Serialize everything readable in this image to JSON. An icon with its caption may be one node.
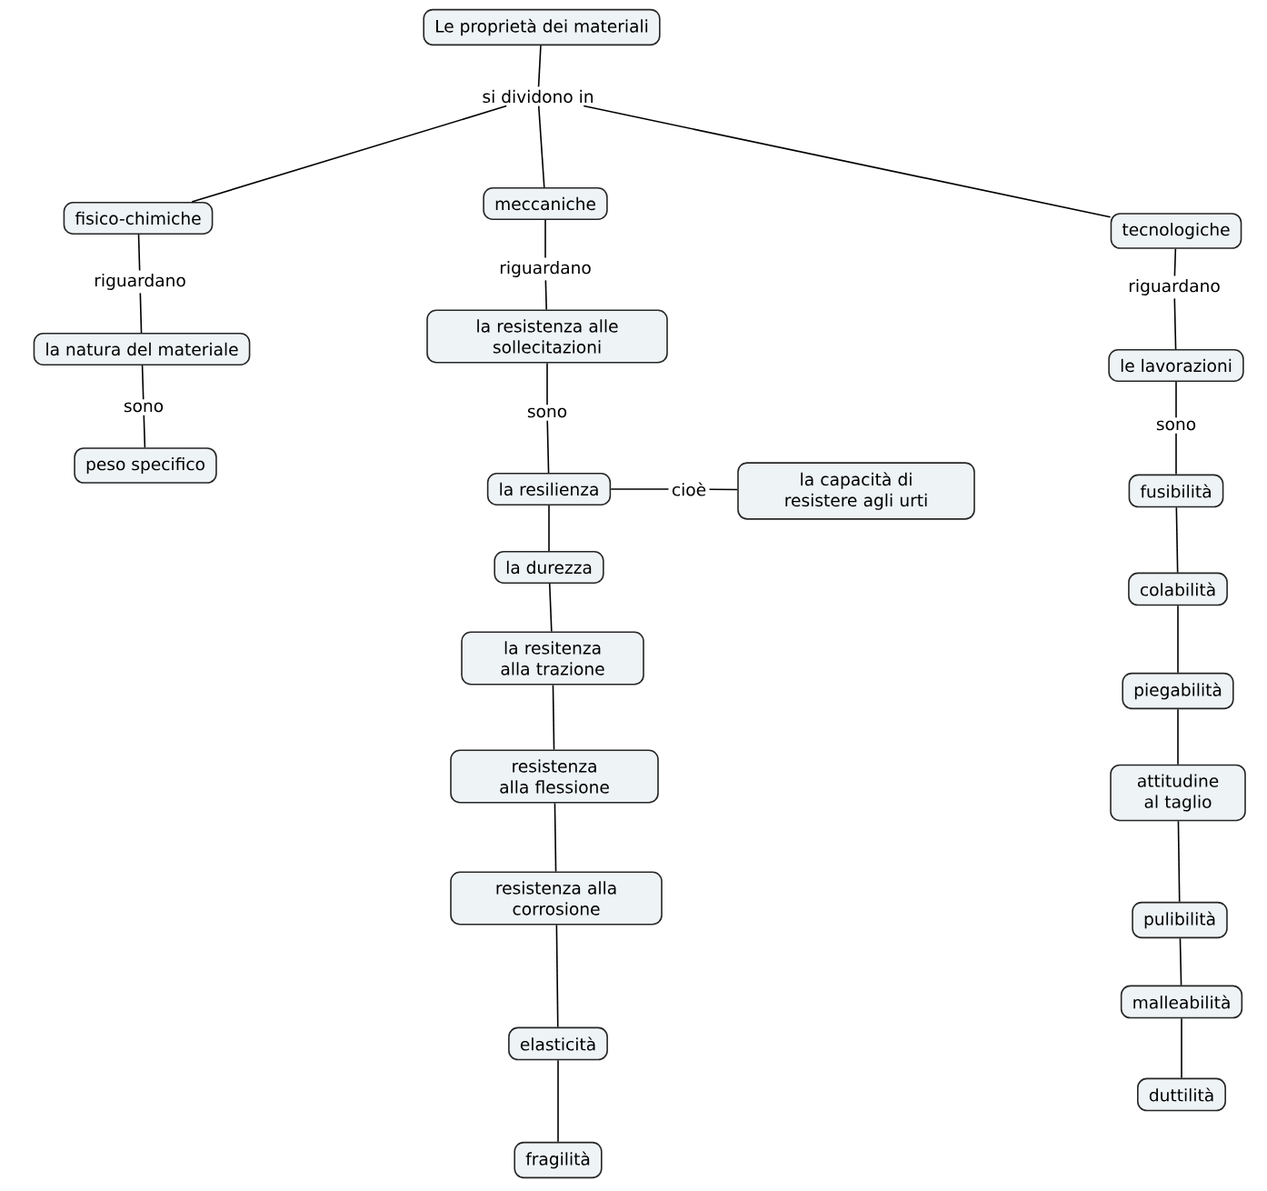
{
  "diagram": {
    "nodes": [
      {
        "text": [
          "Le proprietà dei materiali"
        ]
      },
      {
        "text": [
          "si dividono in"
        ]
      },
      {
        "text": [
          "fisico-chimiche"
        ]
      },
      {
        "text": [
          "meccaniche"
        ]
      },
      {
        "text": [
          "tecnologiche"
        ]
      },
      {
        "text": [
          "riguardano"
        ]
      },
      {
        "text": [
          "riguardano"
        ]
      },
      {
        "text": [
          "riguardano"
        ]
      },
      {
        "text": [
          "la natura del materiale"
        ]
      },
      {
        "text": [
          "la resistenza alle sollecitazioni"
        ]
      },
      {
        "text": [
          "le lavorazioni"
        ]
      },
      {
        "text": [
          "sono"
        ]
      },
      {
        "text": [
          "sono"
        ]
      },
      {
        "text": [
          "sono"
        ]
      },
      {
        "text": [
          "peso specifico"
        ]
      },
      {
        "text": [
          "la resilienza"
        ]
      },
      {
        "text": [
          "cioè"
        ]
      },
      {
        "text": [
          "la capacità di resistere agli urti"
        ]
      },
      {
        "text": [
          "la durezza"
        ]
      },
      {
        "text": [
          "la resitenza alla trazione"
        ]
      },
      {
        "text": [
          "resistenza alla flessione"
        ]
      },
      {
        "text": [
          "resistenza alla corrosione"
        ]
      },
      {
        "text": [
          "elasticità"
        ]
      },
      {
        "text": [
          "fragilità"
        ]
      },
      {
        "text": [
          "fusibilità"
        ]
      },
      {
        "text": [
          "colabilità"
        ]
      },
      {
        "text": [
          "piegabilità"
        ]
      },
      {
        "text": [
          "attitudine al taglio"
        ]
      },
      {
        "text": [
          "pulibilità"
        ]
      },
      {
        "text": [
          "malleabilità"
        ]
      },
      {
        "text": [
          "duttilità"
        ]
      }
    ],
    "edges": [
      {
        "from": 0,
        "to": 1,
        "arrow": "none"
      },
      {
        "from": 1,
        "to": 2,
        "arrow": "none"
      },
      {
        "from": 1,
        "to": 3,
        "arrow": "none"
      },
      {
        "from": 1,
        "to": 4,
        "arrow": "none"
      },
      {
        "from": 2,
        "to": 5,
        "arrow": "none"
      },
      {
        "from": 5,
        "to": 8,
        "arrow": "none"
      },
      {
        "from": 8,
        "to": 11,
        "arrow": "none"
      },
      {
        "from": 11,
        "to": 14,
        "arrow": "none"
      },
      {
        "from": 3,
        "to": 6,
        "arrow": "none"
      },
      {
        "from": 6,
        "to": 9,
        "arrow": "none"
      },
      {
        "from": 9,
        "to": 12,
        "arrow": "none"
      },
      {
        "from": 12,
        "to": 15,
        "arrow": "none"
      },
      {
        "from": 15,
        "to": 16,
        "arrow": "none"
      },
      {
        "from": 16,
        "to": 17,
        "arrow": "none"
      },
      {
        "from": 15,
        "to": 18,
        "arrow": "none"
      },
      {
        "from": 18,
        "to": 19,
        "arrow": "none"
      },
      {
        "from": 19,
        "to": 20,
        "arrow": "none"
      },
      {
        "from": 20,
        "to": 21,
        "arrow": "none"
      },
      {
        "from": 21,
        "to": 22,
        "arrow": "none"
      },
      {
        "from": 22,
        "to": 23,
        "arrow": "none"
      },
      {
        "from": 4,
        "to": 7,
        "arrow": "none"
      },
      {
        "from": 7,
        "to": 10,
        "arrow": "none"
      },
      {
        "from": 10,
        "to": 13,
        "arrow": "none"
      },
      {
        "from": 13,
        "to": 24,
        "arrow": "none"
      },
      {
        "from": 24,
        "to": 25,
        "arrow": "none"
      },
      {
        "from": 25,
        "to": 26,
        "arrow": "none"
      },
      {
        "from": 26,
        "to": 27,
        "arrow": "none"
      },
      {
        "from": 27,
        "to": 28,
        "arrow": "none"
      },
      {
        "from": 28,
        "to": 29,
        "arrow": "none"
      },
      {
        "from": 29,
        "to": 30,
        "arrow": "none"
      }
    ]
  }
}
